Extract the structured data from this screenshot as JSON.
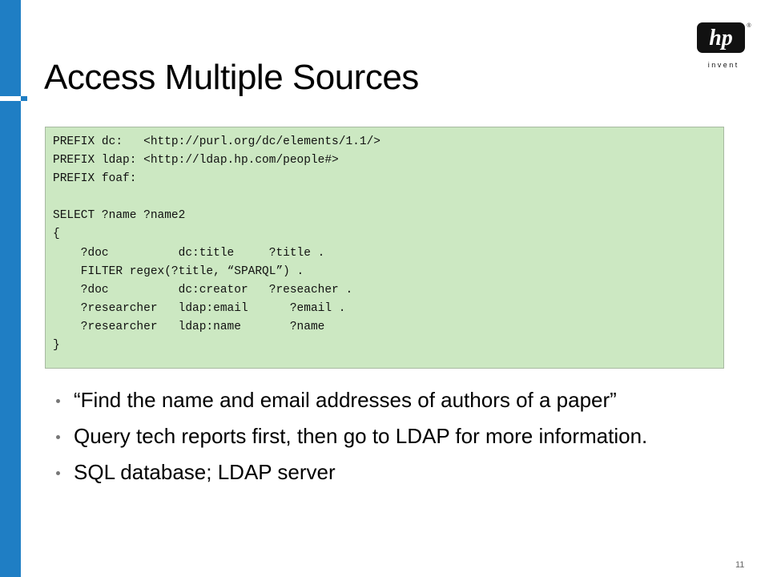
{
  "slide": {
    "title": "Access Multiple Sources",
    "page_number": "11",
    "accent_color": "#1f7ec4",
    "code_background": "#cce8c2"
  },
  "logo": {
    "name": "hp-invent-logo",
    "mark_text": "hp",
    "tagline": "i n v e n t",
    "registered": "®"
  },
  "code_lines": [
    "PREFIX dc:   <http://purl.org/dc/elements/1.1/>",
    "PREFIX ldap: <http://ldap.hp.com/people#>",
    "PREFIX foaf:",
    "",
    "SELECT ?name ?name2",
    "{",
    "    ?doc          dc:title     ?title .",
    "    FILTER regex(?title, “SPARQL”) .",
    "    ?doc          dc:creator   ?reseacher .",
    "    ?researcher   ldap:email      ?email .",
    "    ?researcher   ldap:name       ?name",
    "}"
  ],
  "bullets": [
    "“Find the name and email addresses of authors of a paper”",
    "Query tech reports first, then go to LDAP for more information.",
    "SQL database; LDAP server"
  ]
}
